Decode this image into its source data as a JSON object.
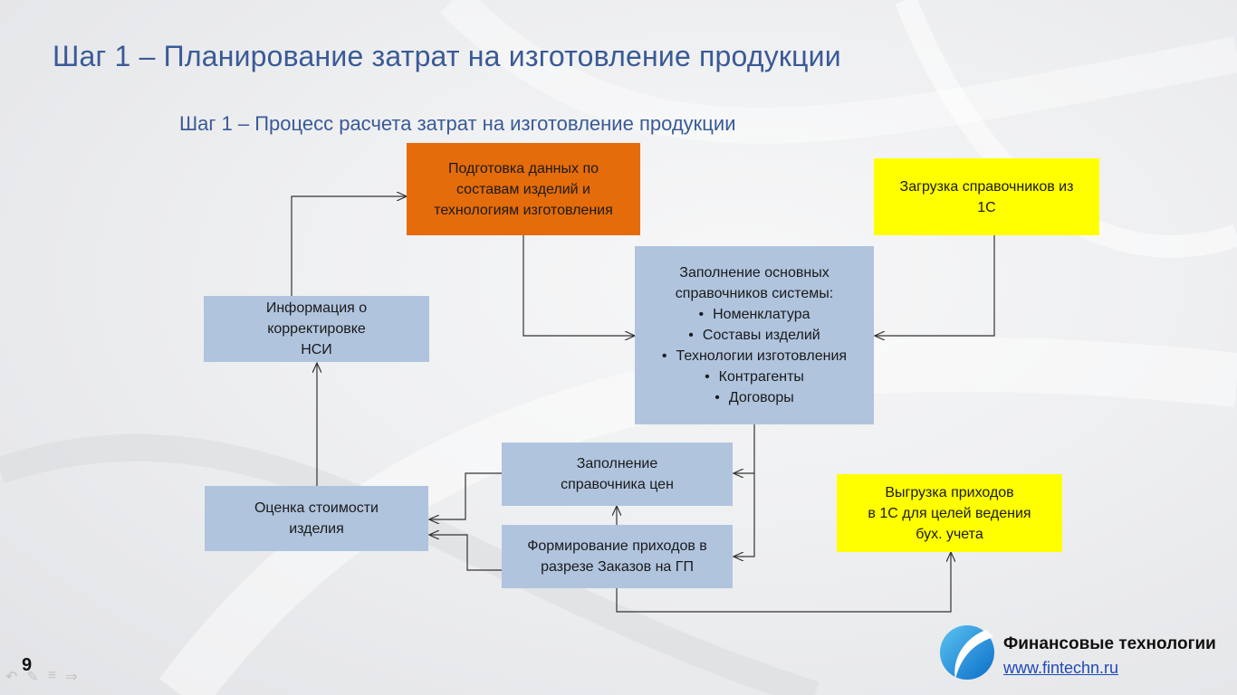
{
  "slide": {
    "title": "Шаг 1 – Планирование затрат на изготовление продукции",
    "subtitle": "Шаг 1 – Процесс расчета затрат на изготовление продукции",
    "page_number": "9"
  },
  "boxes": {
    "prep": [
      "Подготовка данных по",
      "составам изделий и",
      "технологиям изготовления"
    ],
    "load": [
      "Загрузка справочников из",
      "1С"
    ],
    "main_intro": [
      "Заполнение основных",
      "справочников системы:"
    ],
    "main_items": [
      "Номенклатура",
      "Составы изделий",
      "Технологии изготовления",
      "Контрагенты",
      "Договоры"
    ],
    "info": [
      "Информация о",
      "корректировке",
      "НСИ"
    ],
    "prices": [
      "Заполнение",
      "справочника цен"
    ],
    "estimate": [
      "Оценка стоимости",
      "изделия"
    ],
    "receipts": [
      "Формирование приходов в",
      "разрезе Заказов  на ГП"
    ],
    "export": [
      "Выгрузка приходов",
      "в 1С для целей ведения",
      "бух. учета"
    ]
  },
  "colors": {
    "title": "#3a5a96",
    "blue_box": "#b0c4de",
    "orange_box": "#e46c0a",
    "yellow_box": "#ffff00",
    "link": "#1f49b5"
  },
  "footer": {
    "company": "Финансовые технологии",
    "site": "www.fintechn.ru",
    "logo_icon": "fintech-logo-icon"
  }
}
